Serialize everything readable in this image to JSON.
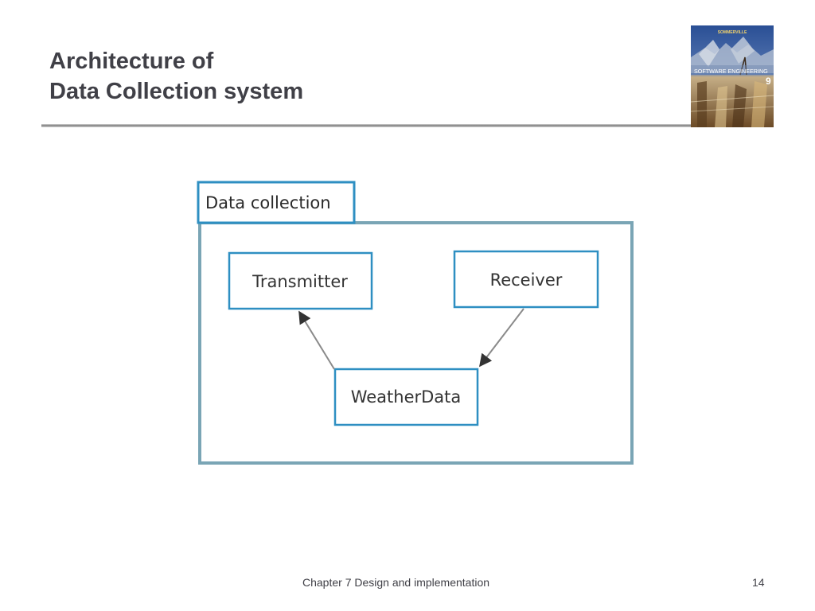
{
  "slide": {
    "title_line1": "Architecture of",
    "title_line2": "Data Collection system",
    "footer_chapter": "Chapter 7 Design and implementation",
    "page_number": "14"
  },
  "book_cover": {
    "author": "SOMMERVILLE",
    "title": "SOFTWARE ENGINEERING",
    "edition": "9"
  },
  "diagram": {
    "package_label": "Data collection",
    "components": {
      "transmitter": "Transmitter",
      "receiver": "Receiver",
      "weather_data": "WeatherData"
    },
    "dependencies": [
      {
        "from": "WeatherData",
        "to": "Transmitter"
      },
      {
        "from": "Receiver",
        "to": "WeatherData"
      }
    ]
  },
  "colors": {
    "title_text": "#404047",
    "box_border": "#2E8FC2",
    "package_border": "#7AA5B5",
    "arrow": "#8A8A8A"
  }
}
